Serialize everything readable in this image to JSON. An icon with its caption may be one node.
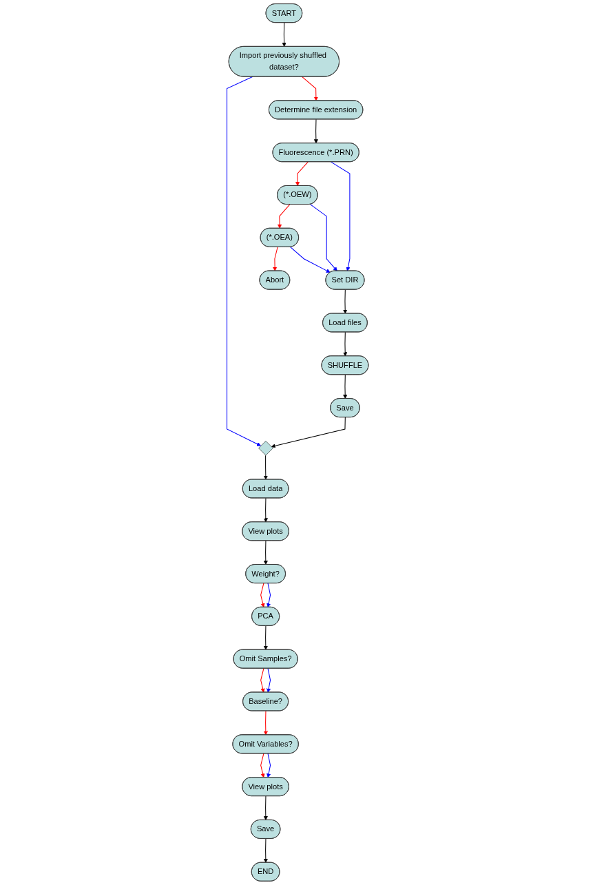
{
  "diagram": {
    "nodes": [
      {
        "text": [
          "START"
        ]
      },
      {
        "text": [
          "Import previously shuffled dataset?"
        ]
      },
      {
        "text": [],
        "shape": "diamond"
      },
      {
        "text": [
          "Load data"
        ]
      },
      {
        "text": [
          "View plots"
        ]
      },
      {
        "text": [
          "Weight?"
        ]
      },
      {
        "text": [
          "PCA"
        ]
      },
      {
        "text": [
          "Omit Samples?"
        ]
      },
      {
        "text": [
          "Baseline?"
        ]
      },
      {
        "text": [
          "Omit Variables?"
        ]
      },
      {
        "text": [
          "View plots"
        ]
      },
      {
        "text": [
          "Save"
        ]
      },
      {
        "text": [
          "END"
        ]
      },
      {
        "text": [
          "Determine file extension"
        ]
      },
      {
        "text": [
          "Fluorescence (*.PRN)"
        ]
      },
      {
        "text": [
          "(*.OEW)"
        ]
      },
      {
        "text": [
          "(*.OEA)"
        ]
      },
      {
        "text": [
          "Abort"
        ]
      },
      {
        "text": [
          "Set DIR"
        ]
      },
      {
        "text": [
          "Load files"
        ]
      },
      {
        "text": [
          "SHUFFLE"
        ]
      },
      {
        "text": [
          "Save"
        ]
      }
    ],
    "edges": [
      {
        "from": 0,
        "to": 1,
        "arrow": "to"
      },
      {
        "from": 1,
        "to": 2,
        "arrow": "to",
        "color": "#0000ff"
      },
      {
        "from": 1,
        "to": 13,
        "arrow": "to",
        "color": "#ff0000"
      },
      {
        "from": 2,
        "to": 3,
        "arrow": "to"
      },
      {
        "from": 3,
        "to": 4,
        "arrow": "to"
      },
      {
        "from": 4,
        "to": 5,
        "arrow": "to"
      },
      {
        "from": 5,
        "to": 6,
        "arrow": "to",
        "color": "#ff0000"
      },
      {
        "from": 5,
        "to": 6,
        "arrow": "to",
        "color": "#0000ff"
      },
      {
        "from": 6,
        "to": 7,
        "arrow": "to"
      },
      {
        "from": 7,
        "to": 8,
        "arrow": "to",
        "color": "#ff0000"
      },
      {
        "from": 7,
        "to": 8,
        "arrow": "to",
        "color": "#0000ff"
      },
      {
        "from": 8,
        "to": 9,
        "arrow": "to",
        "color": "#ff0000"
      },
      {
        "from": 9,
        "to": 10,
        "arrow": "to",
        "color": "#ff0000"
      },
      {
        "from": 9,
        "to": 10,
        "arrow": "to",
        "color": "#0000ff"
      },
      {
        "from": 10,
        "to": 11,
        "arrow": "to"
      },
      {
        "from": 11,
        "to": 12,
        "arrow": "to"
      },
      {
        "from": 13,
        "to": 14,
        "arrow": "to"
      },
      {
        "from": 14,
        "to": 15,
        "arrow": "to",
        "color": "#ff0000"
      },
      {
        "from": 14,
        "to": 18,
        "arrow": "to",
        "color": "#0000ff"
      },
      {
        "from": 15,
        "to": 16,
        "arrow": "to",
        "color": "#ff0000"
      },
      {
        "from": 15,
        "to": 18,
        "arrow": "to",
        "color": "#0000ff"
      },
      {
        "from": 16,
        "to": 17,
        "arrow": "to",
        "color": "#ff0000"
      },
      {
        "from": 16,
        "to": 18,
        "arrow": "to",
        "color": "#0000ff"
      },
      {
        "from": 18,
        "to": 19,
        "arrow": "to"
      },
      {
        "from": 19,
        "to": 20,
        "arrow": "to"
      },
      {
        "from": 20,
        "to": 21,
        "arrow": "to"
      },
      {
        "from": 21,
        "to": 2,
        "arrow": "to"
      }
    ]
  }
}
